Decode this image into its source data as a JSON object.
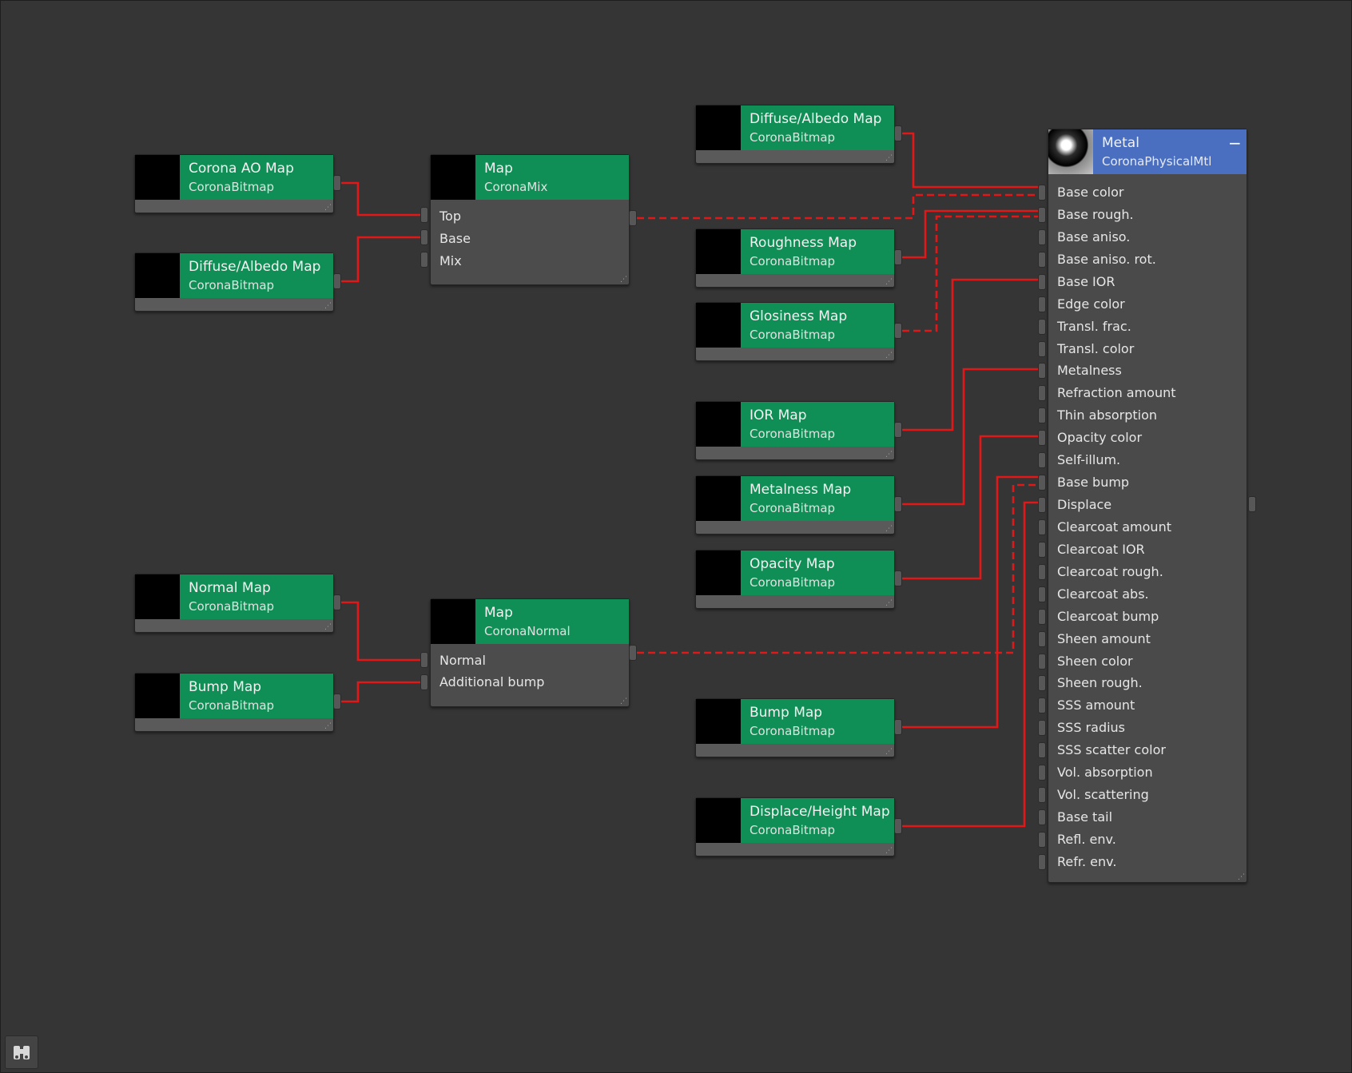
{
  "colors": {
    "canvas": "#353535",
    "map_header": "#0f8f55",
    "material_header": "#4a6fc0",
    "wire": "#e31717"
  },
  "nodes": {
    "ao_map": {
      "title": "Corona AO Map",
      "type": "CoronaBitmap"
    },
    "diffuse_left": {
      "title": "Diffuse/Albedo Map",
      "type": "CoronaBitmap"
    },
    "mix_map": {
      "title": "Map",
      "type": "CoronaMix",
      "inputs": [
        "Top",
        "Base",
        "Mix"
      ]
    },
    "normal_map": {
      "title": "Normal Map",
      "type": "CoronaBitmap"
    },
    "bump_left": {
      "title": "Bump Map",
      "type": "CoronaBitmap"
    },
    "normal_node": {
      "title": "Map",
      "type": "CoronaNormal",
      "inputs": [
        "Normal",
        "Additional bump"
      ]
    },
    "diffuse_right": {
      "title": "Diffuse/Albedo Map",
      "type": "CoronaBitmap"
    },
    "roughness_map": {
      "title": "Roughness Map",
      "type": "CoronaBitmap"
    },
    "glossiness_map": {
      "title": "Glosiness Map",
      "type": "CoronaBitmap"
    },
    "ior_map": {
      "title": "IOR Map",
      "type": "CoronaBitmap"
    },
    "metalness_map": {
      "title": "Metalness Map",
      "type": "CoronaBitmap"
    },
    "opacity_map": {
      "title": "Opacity Map",
      "type": "CoronaBitmap"
    },
    "bump_right": {
      "title": "Bump Map",
      "type": "CoronaBitmap"
    },
    "displace_map": {
      "title": "Displace/Height Map",
      "type": "CoronaBitmap"
    }
  },
  "material": {
    "title": "Metal",
    "type": "CoronaPhysicalMtl",
    "inputs": [
      "Base color",
      "Base rough.",
      "Base aniso.",
      "Base aniso. rot.",
      "Base IOR",
      "Edge color",
      "Transl. frac.",
      "Transl. color",
      "Metalness",
      "Refraction amount",
      "Thin absorption",
      "Opacity color",
      "Self-illum.",
      "Base bump",
      "Displace",
      "Clearcoat amount",
      "Clearcoat IOR",
      "Clearcoat rough.",
      "Clearcoat abs.",
      "Clearcoat bump",
      "Sheen amount",
      "Sheen color",
      "Sheen rough.",
      "SSS amount",
      "SSS radius",
      "SSS scatter color",
      "Vol. absorption",
      "Vol. scattering",
      "Base tail",
      "Refl. env.",
      "Refr. env."
    ]
  },
  "toolbar": {
    "find_icon": "binoculars-icon"
  }
}
